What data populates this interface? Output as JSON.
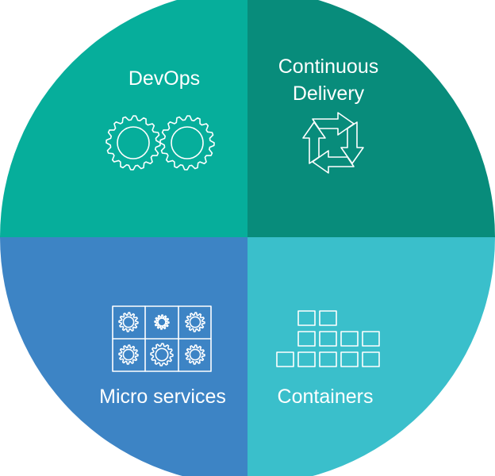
{
  "quadrants": {
    "top_left": {
      "label": "DevOps",
      "color": "#06ae9b",
      "icon": "gears-icon"
    },
    "top_right": {
      "label_line1": "Continuous",
      "label_line2": "Delivery",
      "color": "#088c7b",
      "icon": "cycle-arrows-icon"
    },
    "bottom_left": {
      "label": "Micro services",
      "color": "#3d84c5",
      "icon": "microservices-grid-icon"
    },
    "bottom_right": {
      "label": "Containers",
      "color": "#3abfcb",
      "icon": "container-blocks-icon"
    }
  }
}
